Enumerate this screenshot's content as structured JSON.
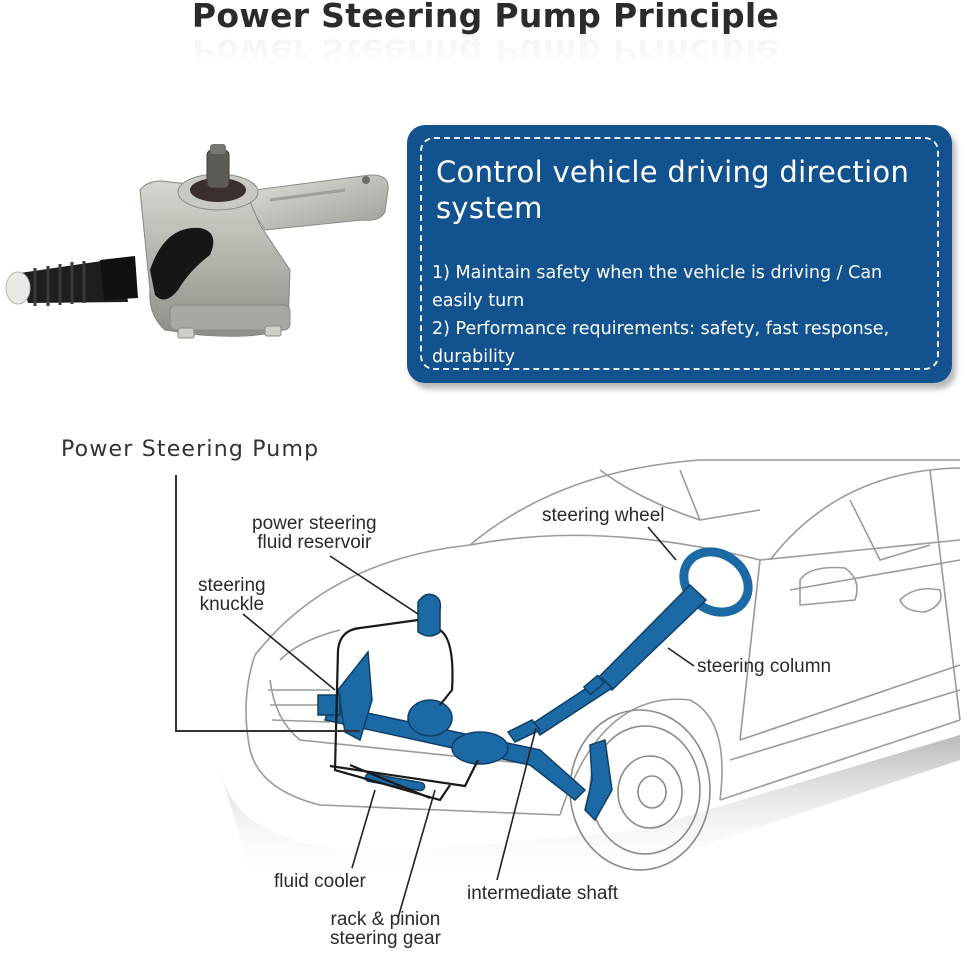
{
  "header": {
    "title": "Power Steering Pump Principle"
  },
  "product_image": {
    "alt": "Power steering pump product photo"
  },
  "info_box": {
    "heading": "Control vehicle driving direction system",
    "points": [
      "1) Maintain safety when the vehicle is driving / Can easily turn",
      "2) Performance requirements: safety, fast response, durability"
    ],
    "background_color": "#12528f",
    "text_color": "#ffffff"
  },
  "diagram": {
    "main_label": "Power Steering Pump",
    "component_color": "#1b6aa6",
    "callouts": {
      "reservoir": [
        "power steering",
        "fluid reservoir"
      ],
      "knuckle": [
        "steering",
        "knuckle"
      ],
      "wheel": [
        "steering wheel"
      ],
      "column": [
        "steering column"
      ],
      "cooler": [
        "fluid cooler"
      ],
      "rack": [
        "rack & pinion",
        "steering gear"
      ],
      "shaft": [
        "intermediate shaft"
      ]
    }
  }
}
